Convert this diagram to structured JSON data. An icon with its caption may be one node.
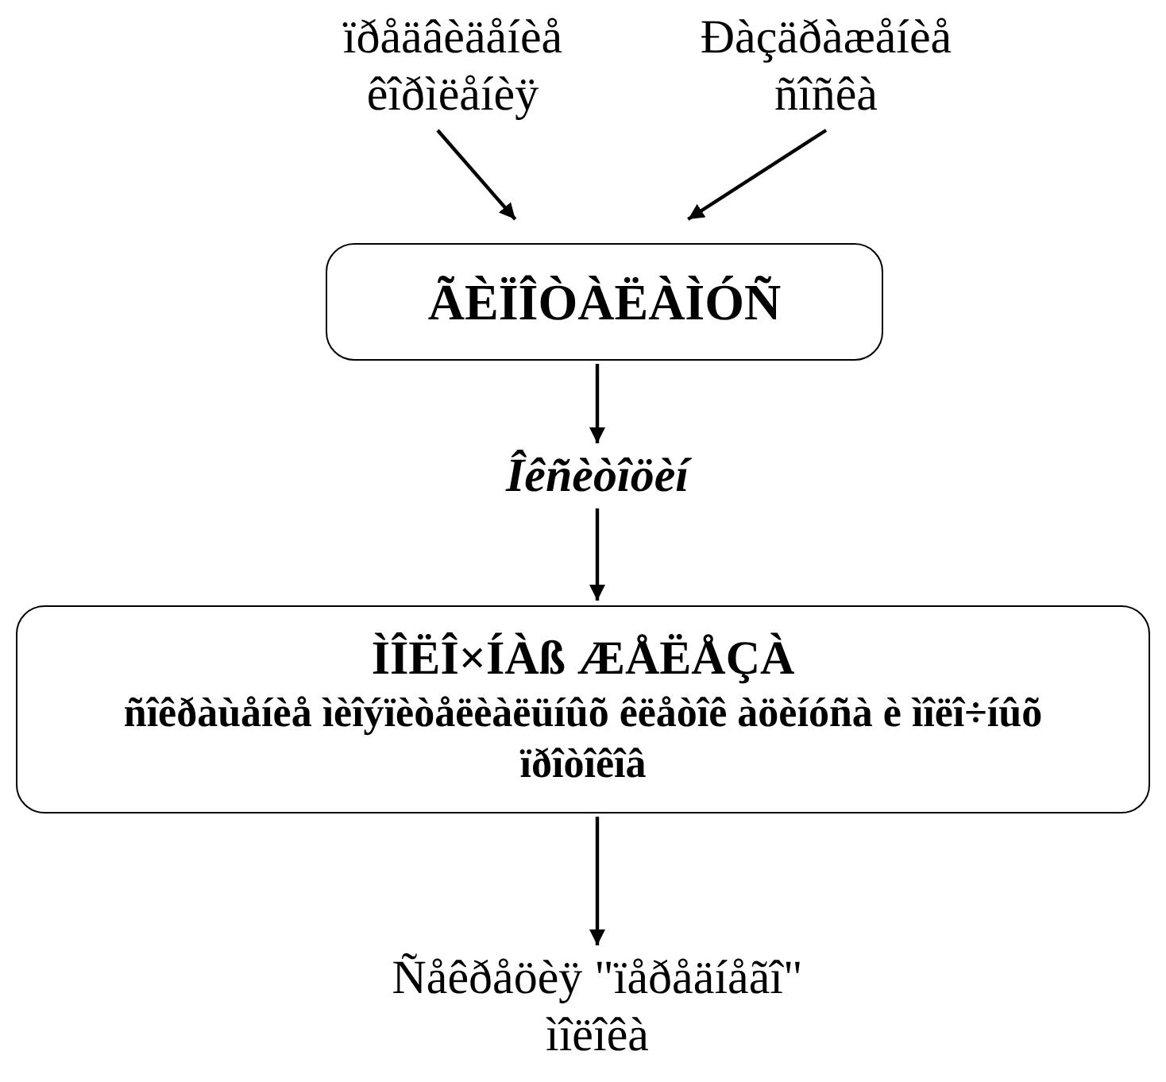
{
  "diagram": {
    "nodes": [
      {
        "text": [
          "ïðåäâèäåíèå êîðìëåíèÿ"
        ]
      },
      {
        "text": [
          "Ðàçäðàæåíèå ñîñêà"
        ]
      },
      {
        "text": [
          "ÃÈÏÎÒÀËÀÌÓÑ"
        ]
      },
      {
        "text": [
          "Îêñèòîöèí"
        ]
      },
      {
        "text": [
          "ÌÎËÎ×ÍÀß ÆÅËÅÇÀ",
          "ñîêðàùåíèå ìèîýïèòåëèàëüíûõ êëåòîê àöèíóñà è ìîëî÷íûõ ïðîòîêîâ"
        ]
      },
      {
        "text": [
          "Ñåêðåöèÿ \"ïåðåäíåãî\" ìîëîêà"
        ]
      }
    ],
    "edges": [
      {
        "from": 0,
        "to": 2,
        "arrow": "to"
      },
      {
        "from": 1,
        "to": 2,
        "arrow": "to"
      },
      {
        "from": 2,
        "to": 3,
        "arrow": "to"
      },
      {
        "from": 3,
        "to": 4,
        "arrow": "to"
      },
      {
        "from": 4,
        "to": 5,
        "arrow": "to"
      }
    ]
  }
}
